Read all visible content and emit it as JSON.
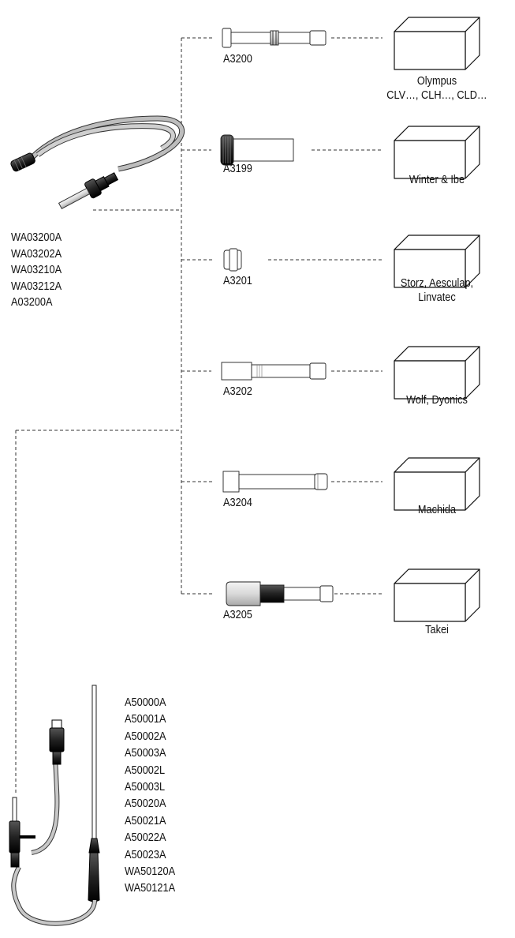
{
  "cable_top": {
    "part_numbers": [
      "WA03200A",
      "WA03202A",
      "WA03210A",
      "WA03212A",
      "A03200A"
    ]
  },
  "adapters": [
    {
      "part": "A3200",
      "brand_lines": [
        "Olympus",
        "CLV…, CLH…, CLD…"
      ]
    },
    {
      "part": "A3199",
      "brand_lines": [
        "Winter & Ibe"
      ]
    },
    {
      "part": "A3201",
      "brand_lines": [
        "Storz, Aesculap,",
        "Linvatec"
      ]
    },
    {
      "part": "A3202",
      "brand_lines": [
        "Wolf, Dyonics"
      ]
    },
    {
      "part": "A3204",
      "brand_lines": [
        "Machida"
      ]
    },
    {
      "part": "A3205",
      "brand_lines": [
        "Takei"
      ]
    }
  ],
  "cable_bottom": {
    "part_numbers": [
      "A50000A",
      "A50001A",
      "A50002A",
      "A50003A",
      "A50002L",
      "A50003L",
      "A50020A",
      "A50021A",
      "A50022A",
      "A50023A",
      "WA50120A",
      "WA50121A"
    ]
  }
}
